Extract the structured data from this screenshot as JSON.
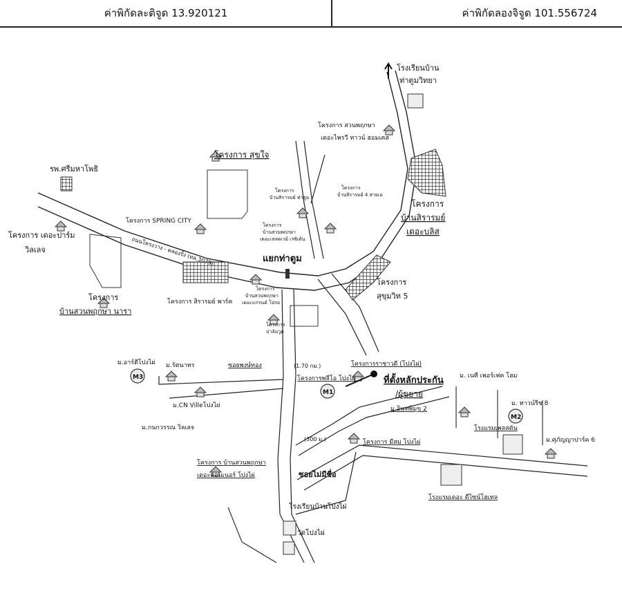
{
  "header": {
    "latitude_label": "ค่าพิกัดละติจูด 13.920121",
    "longitude_label": "ค่าพิกัดลองจิจูด 101.556724"
  },
  "map": {
    "labels": {
      "school_north": "โรงเรียนบ้าน",
      "school_north2": "ท่าตูมวิทยา",
      "project_suanphruksa_tc": "โครงการ สวนพฤกษา",
      "project_suanphruksa_tc2": "เดอะไพรวี ทาวน์ ฮอมเคส",
      "project_sirarom": "โครงการ",
      "project_sirarom2": "บ้านสิรารมย์",
      "project_sirarom3": "เดอะบลิส",
      "project_sukjai": "โครงการ สุขใจ",
      "hospital": "รพ.ศรีมหาโพธิ",
      "project_spring_city": "โครงการ SPRING CITY",
      "project_theparm": "โครงการ เดอะปาร์ม",
      "project_theparm2": "วิลเลจ",
      "project_baansuan": "โครงการ",
      "project_baansuan2": "บ้านสวนพฤกษา นารา",
      "road_main": "ถนนโครงวาง - คลองรั้ง (ทล.3079)",
      "intersection": "แยกท่าตูม",
      "project_sirarom_park": "โครงการ สิรารมย์ พาร์ค",
      "project_sukhumvit5": "โครงการ",
      "project_sukhumvit5_2": "สุขุมวิท 5",
      "small_project_a": "โครงการ",
      "small_project_a2": "บ้านสวนพฤกษา",
      "small_project_a3": "เดอะแกรนด์ โปรอ",
      "small_project_b": "โครงการ",
      "small_project_b2": "บ้านสวนพฤกษา",
      "small_project_b3": "เดอะเสลดเวย์ เรซิเด้น",
      "small_project_c": "โครงการ",
      "small_project_c2": "บ้านสิรารมย์ ท่าตูม",
      "small_project_d": "โครงการ",
      "small_project_d2": "บ้านสิรารมย์ 4 สายเอ",
      "small_project_e": "โครงการ",
      "small_project_e2": "ปาล์มวูด",
      "village_artee": "ม.อาร์ตีโปงไผ่",
      "village_ratana": "ม.รัตนาทร",
      "soi_pongthong": "ซอยพงษ์ทอง",
      "village_cn": "ม.CN Villeโปงไผ่",
      "village_kanok": "ม.กนกวรรณ วิลเลจ",
      "distance_170": "(1.70 กม.)",
      "project_rachawadee": "โครงการราชาวดี (โปงไผ่)",
      "project_pakthin": "โครงการพลีโอ โปงไผ่",
      "collateral": "ที่ตั้งหลักประกัน",
      "collateral2": "/ผู้ขยาย",
      "village_inphimuk": "ม.อินทพิมุข 2",
      "village_natee": "ม. เนที เพอร์เฟค โฮม",
      "village_town": "ม. ทาวน์รีช 8",
      "hotel_a": "โรงแรมเพลสตัน",
      "village_supha": "ม.ศุภัญญาปาร์ค 6",
      "project_mesom": "โครงการ มีสม โปงไผ่",
      "distance_300": "(300 ม.)",
      "project_baansuan_cm": "โครงการ บ้านสวนพฤกษา",
      "project_baansuan_cm2": "เดอะคอนเนอร์ โปงไผ่",
      "soi_nameless": "ซอยไม่มีชื่อ",
      "school_pongpai": "โรงเรียนบ้านโปงไผ่",
      "temple": "วัดโปงไผ่",
      "hotel_b": "โรงแรมเดอะ ดีไซน์โฮเทล",
      "marker_m1": "M1",
      "marker_m2": "M2",
      "marker_m3": "M3"
    }
  }
}
